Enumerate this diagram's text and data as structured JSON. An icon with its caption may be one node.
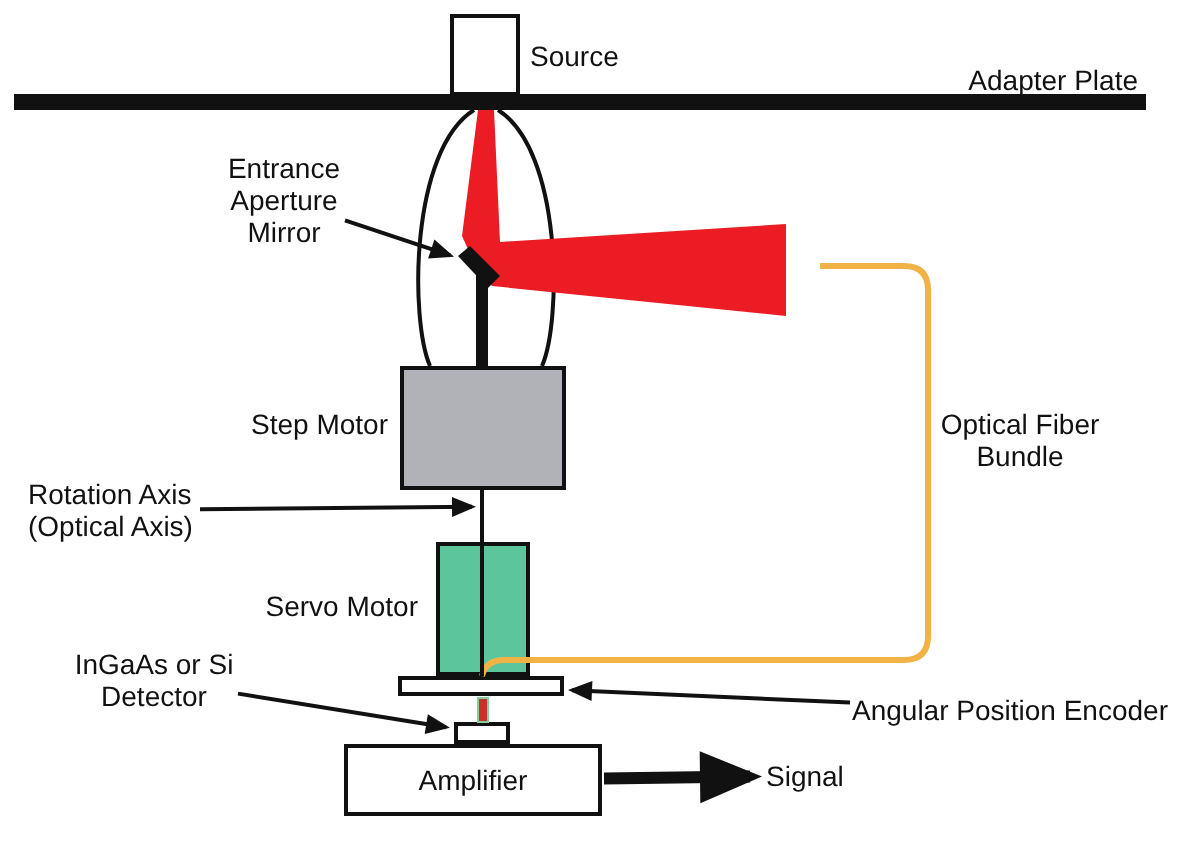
{
  "diagram": {
    "nodes": [
      {
        "text": [],
        "shape": "box",
        "beside": [
          "Source"
        ]
      },
      {
        "text": [
          "Entrance Aperture Mirror"
        ]
      },
      {
        "text": [],
        "shape": "bar"
      },
      {
        "text": [],
        "shape": "box",
        "beside": [
          "Step Motor"
        ]
      },
      {
        "text": [
          "Rotation Axis (Optical Axis)"
        ]
      },
      {
        "text": [],
        "shape": "line"
      },
      {
        "text": [],
        "shape": "box",
        "beside": [
          "Servo Motor"
        ]
      },
      {
        "text": [
          "InGaAs or Si Detector"
        ]
      },
      {
        "text": [],
        "shape": "box"
      },
      {
        "text": [
          "Angular Position Encoder"
        ]
      },
      {
        "text": [],
        "shape": "box"
      },
      {
        "text": [
          "Amplifier"
        ]
      },
      {
        "text": [
          "Signal"
        ]
      }
    ],
    "edges": [
      {
        "from": 1,
        "to": 2,
        "arrow": "to"
      },
      {
        "from": 4,
        "to": 5,
        "arrow": "to"
      },
      {
        "from": 7,
        "to": 10,
        "arrow": "to"
      },
      {
        "from": 9,
        "to": 8,
        "arrow": "to"
      },
      {
        "from": 11,
        "to": 12,
        "arrow": "to",
        "style": "thick"
      }
    ],
    "labels": [
      "Adapter Plate",
      "Optical Fiber Bundle"
    ]
  }
}
